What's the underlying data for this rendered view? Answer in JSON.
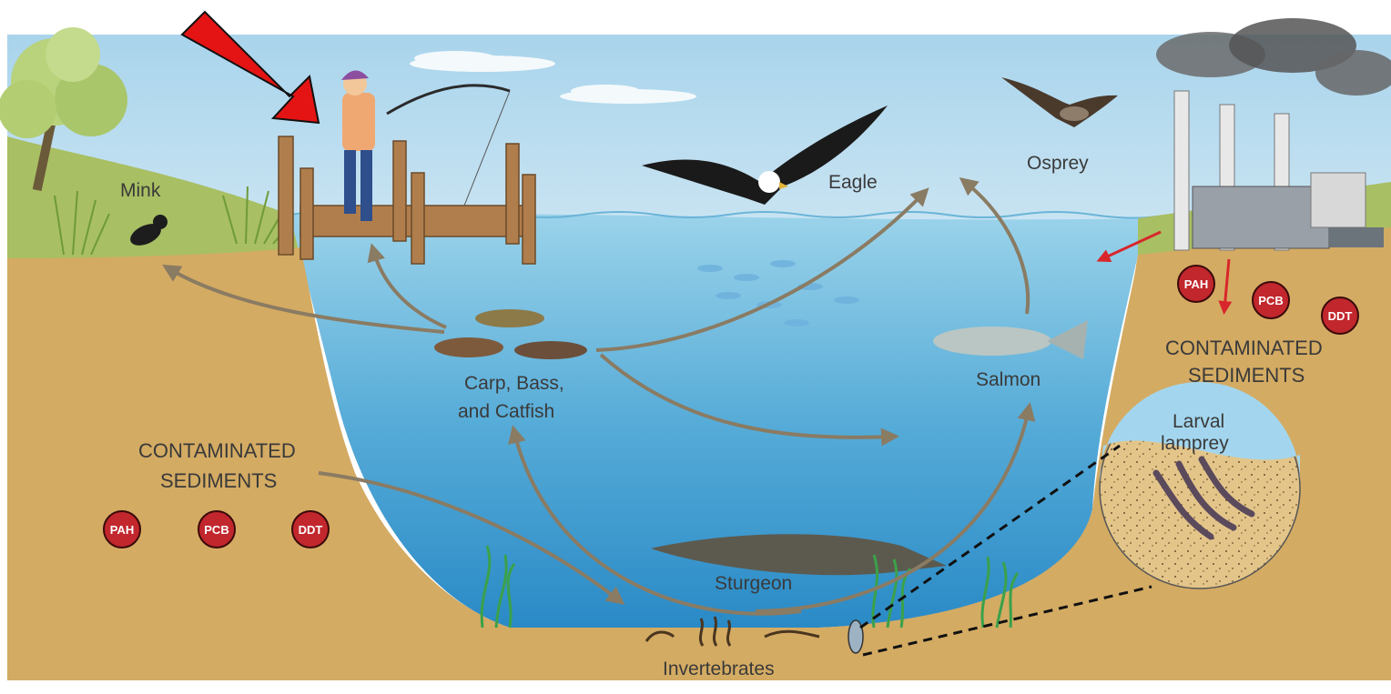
{
  "labels": {
    "mink": "Mink",
    "eagle": "Eagle",
    "osprey": "Osprey",
    "fish_line1": "Carp, Bass,",
    "fish_line2": "and Catfish",
    "salmon": "Salmon",
    "sturgeon": "Sturgeon",
    "invertebrates": "Invertebrates",
    "larval_line1": "Larval",
    "larval_line2": "lamprey",
    "sediments_left_line1": "CONTAMINATED",
    "sediments_left_line2": "SEDIMENTS",
    "sediments_right_line1": "CONTAMINATED",
    "sediments_right_line2": "SEDIMENTS"
  },
  "badges_left": [
    "PAH",
    "PCB",
    "DDT"
  ],
  "badges_right": [
    "PAH",
    "PCB",
    "DDT"
  ],
  "colors": {
    "sky": "#b9dcee",
    "water_top": "#8ecbe6",
    "water_bottom": "#2f94cc",
    "sediment": "#d4ab63",
    "grass": "#a6bf64",
    "arrow": "#8a7b63",
    "badge": "#c1272d",
    "pointer": "#e41414"
  }
}
